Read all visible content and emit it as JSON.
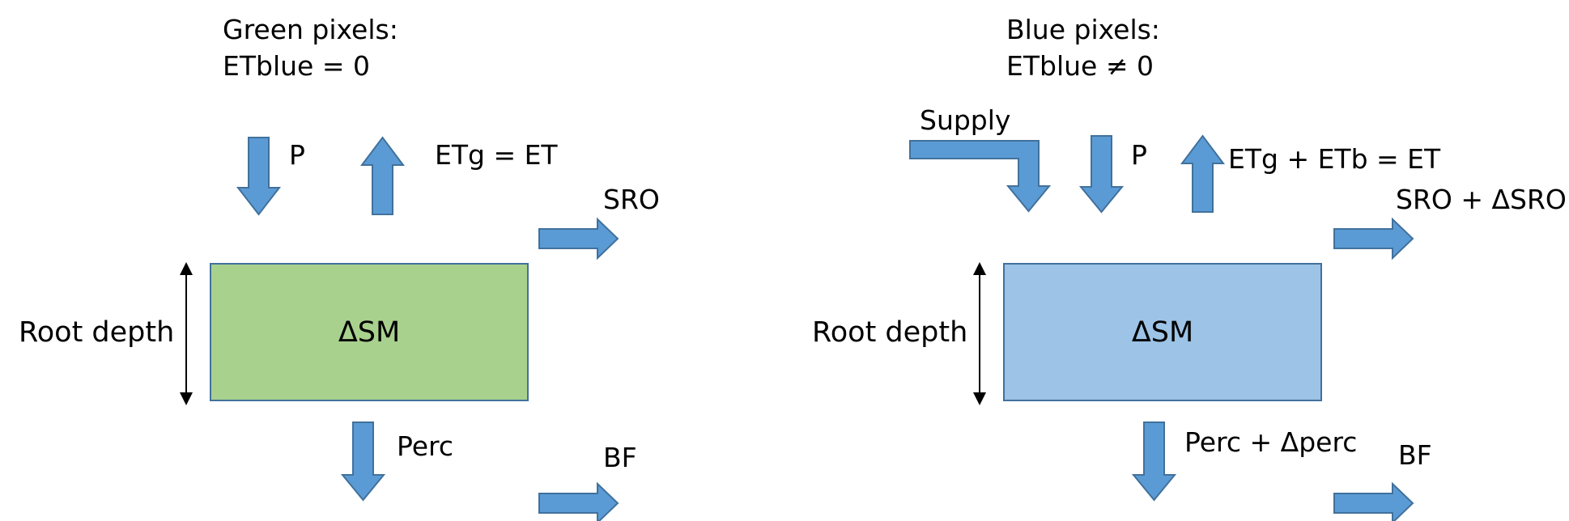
{
  "colors": {
    "arrow_fill": "#5b9bd5",
    "arrow_stroke": "#41719c",
    "green_box_fill": "#a9d18e",
    "green_box_stroke": "#41719c",
    "blue_box_fill": "#9dc3e6",
    "blue_box_stroke": "#41719c"
  },
  "green": {
    "title_line1": "Green pixels:",
    "title_line2": "ETblue = 0",
    "precip": "P",
    "et": "ETg = ET",
    "runoff": "SRO",
    "root_depth": "Root depth",
    "storage": "ΔSM",
    "percolation": "Perc",
    "baseflow": "BF"
  },
  "blue": {
    "title_line1": "Blue pixels:",
    "title_line2": "ETblue ≠ 0",
    "supply": "Supply",
    "precip": "P",
    "et": "ETg + ETb = ET",
    "runoff": "SRO + ΔSRO",
    "root_depth": "Root depth",
    "storage": "ΔSM",
    "percolation": "Perc + Δperc",
    "baseflow": "BF"
  }
}
